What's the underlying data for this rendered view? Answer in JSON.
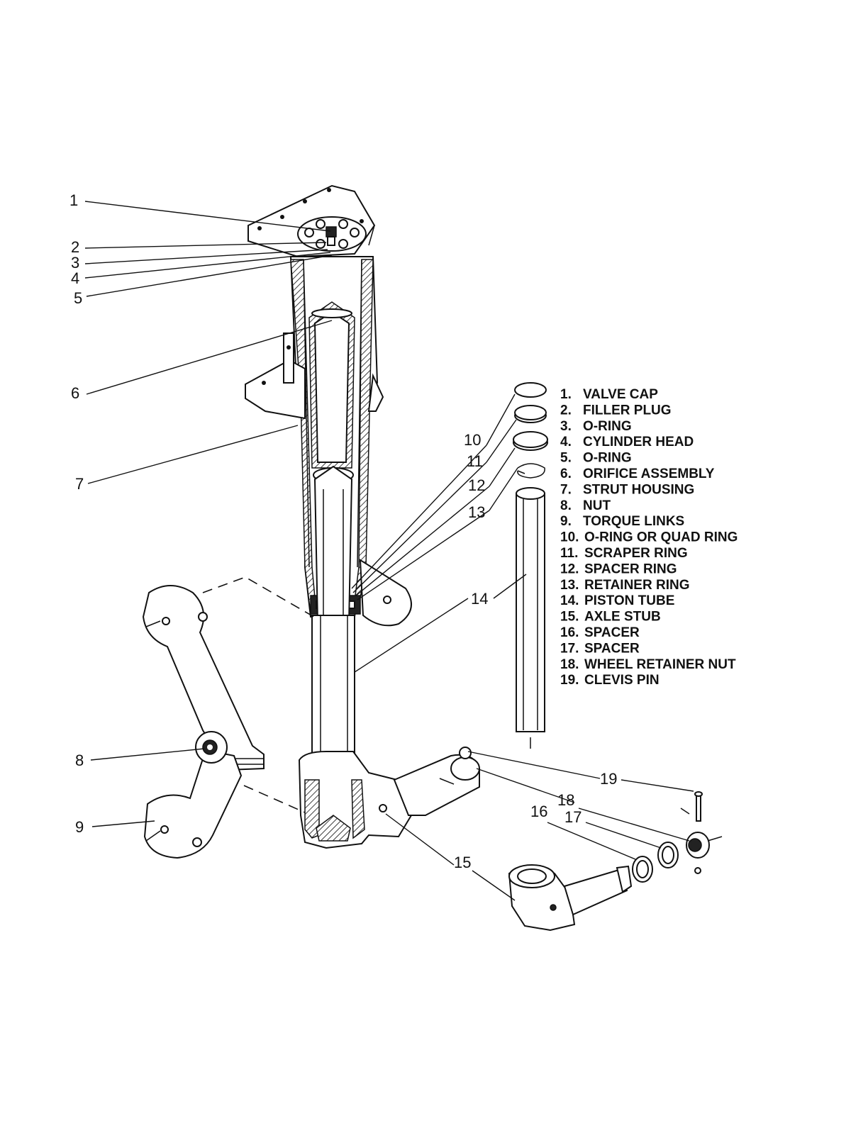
{
  "callouts": [
    {
      "label": "1"
    },
    {
      "label": "2"
    },
    {
      "label": "3"
    },
    {
      "label": "4"
    },
    {
      "label": "5"
    },
    {
      "label": "6"
    },
    {
      "label": "7"
    },
    {
      "label": "8"
    },
    {
      "label": "9"
    },
    {
      "label": "10"
    },
    {
      "label": "11"
    },
    {
      "label": "12"
    },
    {
      "label": "13"
    },
    {
      "label": "14"
    },
    {
      "label": "15"
    },
    {
      "label": "16"
    },
    {
      "label": "17"
    },
    {
      "label": "18"
    },
    {
      "label": "19"
    }
  ],
  "legend": [
    {
      "num": "1.",
      "name": "VALVE CAP"
    },
    {
      "num": "2.",
      "name": "FILLER PLUG"
    },
    {
      "num": "3.",
      "name": "O-RING"
    },
    {
      "num": "4.",
      "name": "CYLINDER HEAD"
    },
    {
      "num": "5.",
      "name": "O-RING"
    },
    {
      "num": "6.",
      "name": "ORIFICE ASSEMBLY"
    },
    {
      "num": "7.",
      "name": "STRUT HOUSING"
    },
    {
      "num": "8.",
      "name": "NUT"
    },
    {
      "num": "9.",
      "name": "TORQUE LINKS"
    },
    {
      "num": "10.",
      "name": "O-RING OR QUAD RING"
    },
    {
      "num": "11.",
      "name": "SCRAPER RING"
    },
    {
      "num": "12.",
      "name": "SPACER  RING"
    },
    {
      "num": "13.",
      "name": "RETAINER RING"
    },
    {
      "num": "14.",
      "name": "PISTON TUBE"
    },
    {
      "num": "15.",
      "name": "AXLE STUB"
    },
    {
      "num": "16.",
      "name": "SPACER"
    },
    {
      "num": "17.",
      "name": "SPACER"
    },
    {
      "num": "18.",
      "name": "WHEEL RETAINER NUT"
    },
    {
      "num": "19.",
      "name": "CLEVIS PIN"
    }
  ]
}
